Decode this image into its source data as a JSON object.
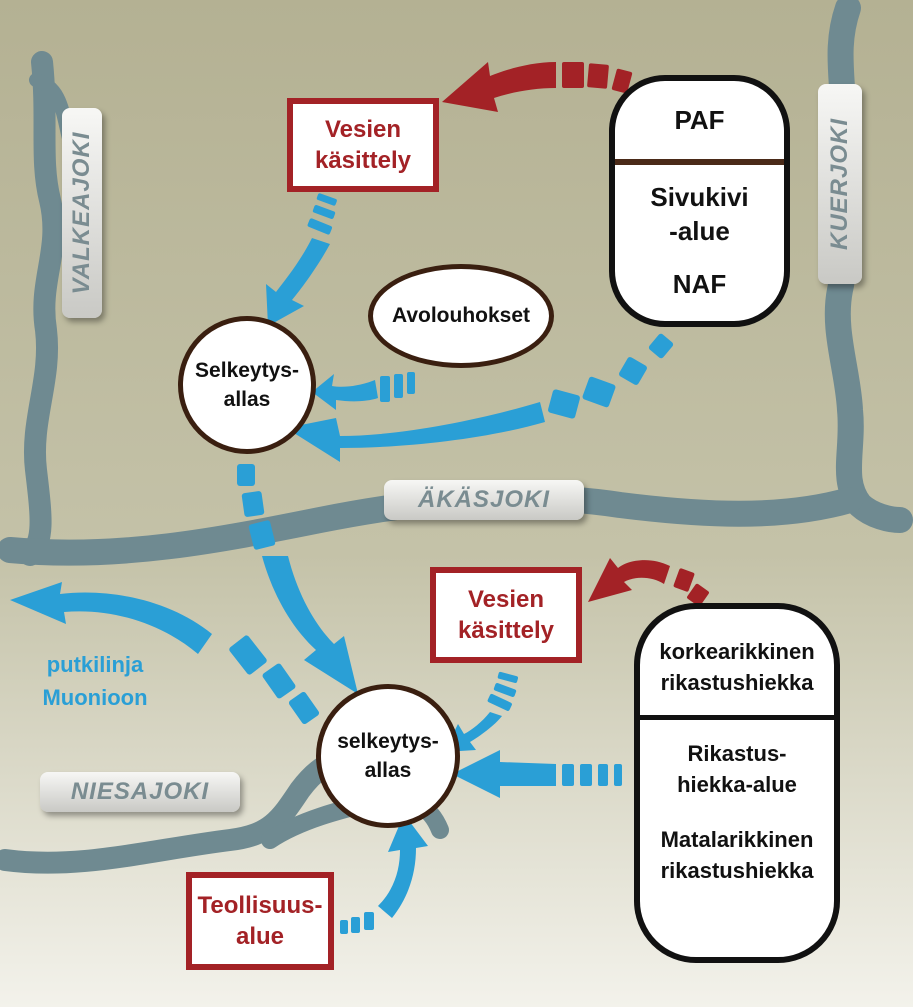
{
  "colors": {
    "background_top": "#b6b395",
    "background_bottom": "#f2f1ea",
    "river": "#6f8a91",
    "flow_blue": "#2a9fd6",
    "flow_red": "#a32226",
    "box_red": "#a32226",
    "node_border": "#3a1f10"
  },
  "rivers": {
    "valkeajoki": "VALKEAJOKI",
    "kuerjoki": "KUERJOKI",
    "akasjoki": "ÄKÄSJOKI",
    "niesajoki": "NIESAJOKI"
  },
  "nodes": {
    "vesien_kasittely_top": [
      "Vesien",
      "käsittely"
    ],
    "vesien_kasittely_bottom": [
      "Vesien",
      "käsittely"
    ],
    "teollisuusalue": [
      "Teollisuus-",
      "alue"
    ],
    "selkeytysallas_top": [
      "Selkeytys-",
      "allas"
    ],
    "selkeytysallas_bottom": [
      "selkeytys-",
      "allas"
    ],
    "avolouhokset": "Avolouhokset",
    "sivukivi": {
      "top": "PAF",
      "middle": [
        "Sivukivi",
        "-alue"
      ],
      "bottom": "NAF"
    },
    "rikastus": {
      "top": [
        "korkearikkinen",
        "rikastushiekka"
      ],
      "middle": [
        "Rikastus-",
        "hiekka-alue"
      ],
      "bottom": [
        "Matalarikkinen",
        "rikastushiekka"
      ]
    }
  },
  "putkilinja": [
    "putkilinja",
    "Muonioon"
  ]
}
